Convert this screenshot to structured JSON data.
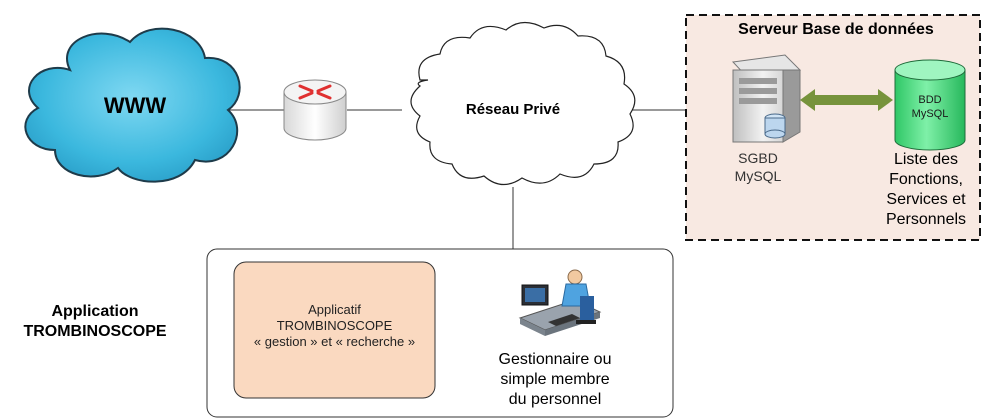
{
  "internet": {
    "label": "WWW"
  },
  "network": {
    "label": "Réseau Privé"
  },
  "db_server": {
    "title": "Serveur Base de données",
    "dbms_line1": "SGBD",
    "dbms_line2": "MySQL",
    "db_icon_line1": "BDD",
    "db_icon_line2": "MySQL",
    "contents": [
      "Liste des",
      "Fonctions,",
      "Services et",
      "Personnels"
    ]
  },
  "application": {
    "title_line1": "Application",
    "title_line2": "TROMBINOSCOPE",
    "module_line1": "Applicatif",
    "module_line2": "TROMBINOSCOPE",
    "module_line3": "« gestion » et « recherche »",
    "user": [
      "Gestionnaire ou",
      "simple membre",
      "du personnel"
    ]
  },
  "colors": {
    "cloud_fill": "#42C4E6",
    "server_box_fill": "#F8E9E2",
    "module_fill": "#FAD9C0",
    "db_fill": "#3CD97A",
    "arrow": "#77933C"
  }
}
